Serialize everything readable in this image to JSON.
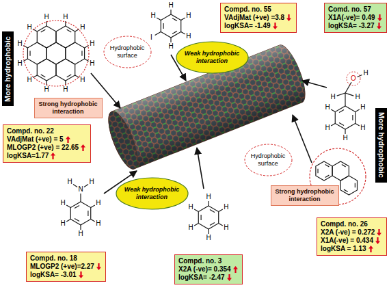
{
  "diagram": {
    "nodes": [
      {
        "text": [
          "Compd. no. 55",
          "VAdjMat (+ve) =3.8",
          "logKSA= -1.49"
        ]
      },
      {
        "text": [
          "Comd. no. 57",
          "X1A(-ve)= 0.49",
          "logKSA= -3.27"
        ]
      },
      {
        "text": [
          "More hydrophobic"
        ]
      },
      {
        "text": [
          "Hydrophobic surface"
        ]
      },
      {
        "text": [
          "Weak hydrophobic interaction"
        ]
      },
      {
        "text": [
          "Strong hydrophobic interaction"
        ]
      },
      {
        "text": [
          "Compd. no. 22",
          "VAdjMat (+ve) = 5",
          "MLOGP2 (+ve) = 22.65",
          "logKSA=1.77"
        ]
      },
      {
        "text": [
          "More hydrophobic"
        ]
      },
      {
        "text": [
          "Hydrophobic surface"
        ]
      },
      {
        "text": [
          "Weak hydrophobic interaction"
        ]
      },
      {
        "text": [
          "Strong hydrophobic interaction"
        ]
      },
      {
        "text": [
          "Compd. no. 26",
          "X2A (-ve) = 0.272",
          "X1A(-ve) = 0.434",
          "logKSA = 1.13"
        ]
      },
      {
        "text": [
          "Compd. no. 18",
          "MLOGP2 (+ve)=2.27",
          "logKSA= -3.01"
        ]
      },
      {
        "text": [
          "Compd. no. 3",
          "X2A (-ve)= 0.354",
          "logKSA= -2.47"
        ]
      }
    ],
    "labels": [
      "H",
      "H",
      "H",
      "H",
      "H",
      "H",
      "H",
      "H",
      "H",
      "H",
      "H",
      "H",
      "H",
      "H",
      "H",
      "H",
      "I",
      "H",
      "H",
      "H",
      "H",
      "H",
      "H",
      "H",
      "H",
      "O",
      "H",
      "H",
      "H",
      "H",
      "H",
      "H",
      "N",
      "H",
      "H",
      "H",
      "H",
      "H",
      "H",
      "H",
      "H"
    ]
  }
}
